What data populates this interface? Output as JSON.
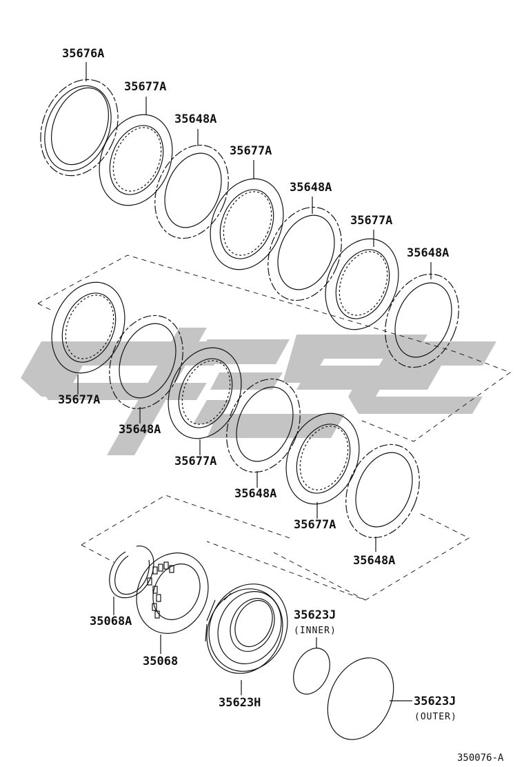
{
  "diagram": {
    "type": "exploded-parts-diagram",
    "subject": "transmission clutch pack (plates, discs, piston, seals)",
    "figure_code": "350076-A",
    "watermark": {
      "shape": "stylized-logo",
      "color": "#c4c4c4"
    },
    "parts": [
      {
        "id": "p1",
        "number": "35676A",
        "kind": "flange-plate"
      },
      {
        "id": "p2",
        "number": "35677A",
        "kind": "friction-disc"
      },
      {
        "id": "p3",
        "number": "35648A",
        "kind": "steel-plate"
      },
      {
        "id": "p4",
        "number": "35677A",
        "kind": "friction-disc"
      },
      {
        "id": "p5",
        "number": "35648A",
        "kind": "steel-plate"
      },
      {
        "id": "p6",
        "number": "35677A",
        "kind": "friction-disc"
      },
      {
        "id": "p7",
        "number": "35648A",
        "kind": "steel-plate"
      },
      {
        "id": "p8",
        "number": "35677A",
        "kind": "friction-disc"
      },
      {
        "id": "p9",
        "number": "35648A",
        "kind": "steel-plate"
      },
      {
        "id": "p10",
        "number": "35677A",
        "kind": "friction-disc"
      },
      {
        "id": "p11",
        "number": "35648A",
        "kind": "steel-plate"
      },
      {
        "id": "p12",
        "number": "35677A",
        "kind": "friction-disc"
      },
      {
        "id": "p13",
        "number": "35648A",
        "kind": "steel-plate"
      },
      {
        "id": "p14",
        "number": "35068A",
        "kind": "snap-ring"
      },
      {
        "id": "p15",
        "number": "35068",
        "kind": "return-spring-assembly"
      },
      {
        "id": "p16",
        "number": "35623H",
        "kind": "piston"
      },
      {
        "id": "p17",
        "number": "35623J",
        "qualifier": "(INNER)",
        "kind": "o-ring"
      },
      {
        "id": "p18",
        "number": "35623J",
        "qualifier": "(OUTER)",
        "kind": "o-ring"
      }
    ]
  }
}
